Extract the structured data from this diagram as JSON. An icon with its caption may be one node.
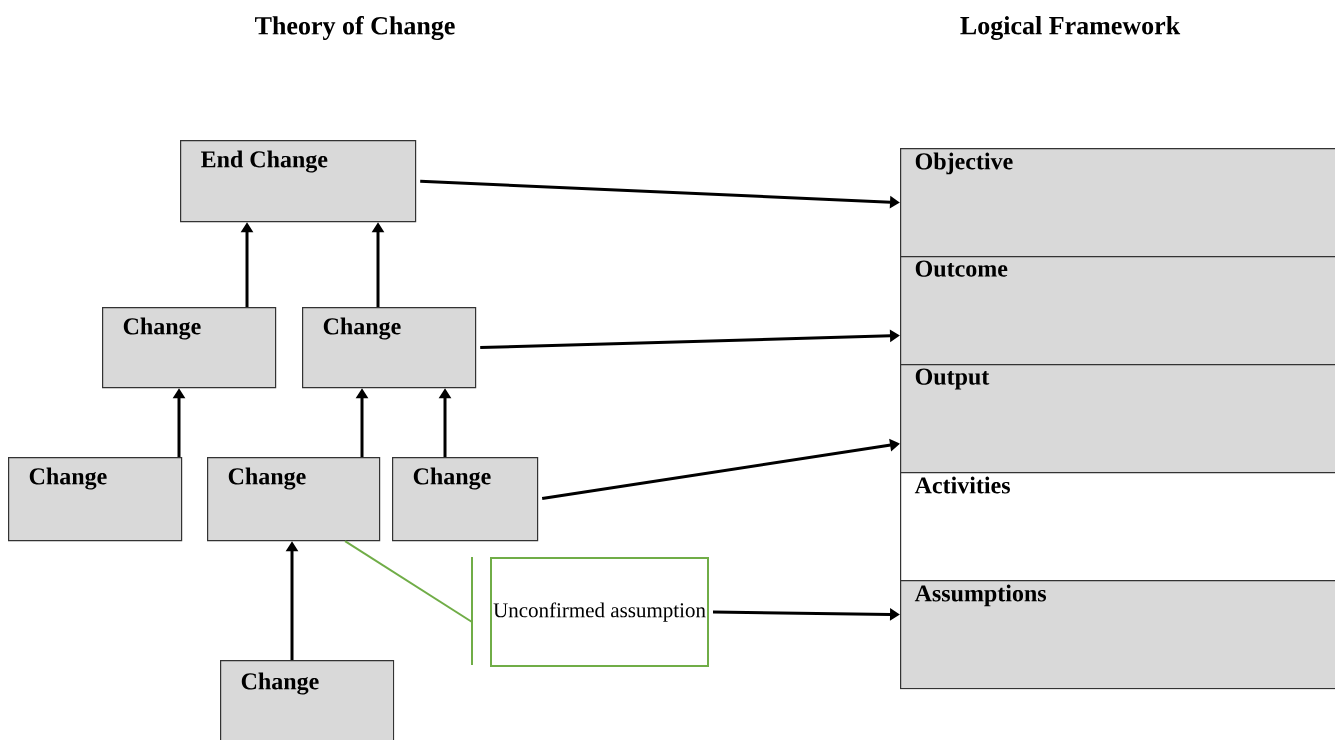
{
  "diagram": {
    "nodes": [
      {
        "text": [
          "End Change"
        ]
      },
      {
        "text": [
          "Change"
        ]
      },
      {
        "text": [
          "Change"
        ]
      },
      {
        "text": [
          "Change"
        ]
      },
      {
        "text": [
          "Change"
        ]
      },
      {
        "text": [
          "Change"
        ]
      },
      {
        "text": [
          "Change"
        ]
      },
      {
        "text": [
          "Unconfirmed assumption"
        ]
      },
      {
        "text": [
          "Objective"
        ]
      },
      {
        "text": [
          "Outcome"
        ]
      },
      {
        "text": [
          "Output"
        ]
      },
      {
        "text": [
          "Activities"
        ]
      },
      {
        "text": [
          "Assumptions"
        ]
      }
    ],
    "edges": [
      {
        "from": 1,
        "to": 0,
        "arrow": "to"
      },
      {
        "from": 2,
        "to": 0,
        "arrow": "to"
      },
      {
        "from": 3,
        "to": 1,
        "arrow": "to"
      },
      {
        "from": 4,
        "to": 2,
        "arrow": "to"
      },
      {
        "from": 5,
        "to": 2,
        "arrow": "to"
      },
      {
        "from": 6,
        "to": 4,
        "arrow": "to"
      },
      {
        "from": 0,
        "to": 8,
        "arrow": "to"
      },
      {
        "from": 2,
        "to": 9,
        "arrow": "to"
      },
      {
        "from": 5,
        "to": 10,
        "arrow": "to"
      },
      {
        "from": 7,
        "to": 12,
        "arrow": "to"
      },
      {
        "from": 7,
        "to": 4,
        "arrow": "none",
        "color": "#70ad47"
      }
    ],
    "labels": [
      "Theory of Change",
      "Logical Framework"
    ]
  }
}
